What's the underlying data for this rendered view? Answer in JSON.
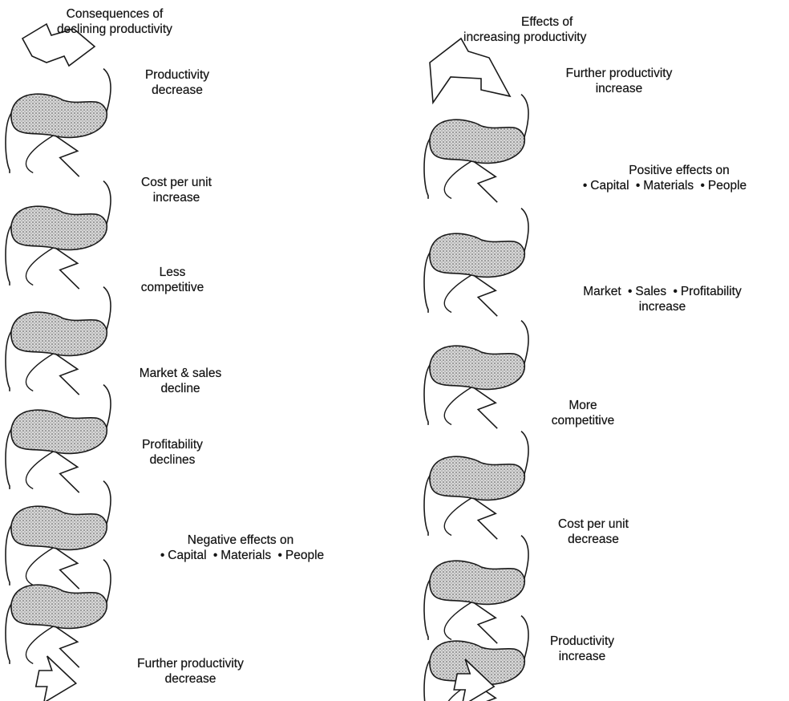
{
  "left": {
    "heading": [
      "Consequences of",
      "declining productivity"
    ],
    "steps": [
      {
        "lines": [
          "Productivity",
          "decrease"
        ]
      },
      {
        "lines": [
          "Cost per unit",
          "increase"
        ]
      },
      {
        "lines": [
          "Less",
          "competitive"
        ]
      },
      {
        "lines": [
          "Market & sales",
          "decline"
        ]
      },
      {
        "lines": [
          "Profitability",
          "declines"
        ]
      },
      {
        "lines": [
          "Negative effects on"
        ],
        "bullets": [
          "Capital",
          "Materials",
          "People"
        ]
      },
      {
        "lines": [
          "Further productivity",
          "decrease"
        ]
      }
    ]
  },
  "right": {
    "heading": [
      "Effects of",
      "increasing productivity"
    ],
    "steps": [
      {
        "lines": [
          "Further productivity",
          "increase"
        ]
      },
      {
        "lines": [
          "Positive effects on"
        ],
        "bullets": [
          "Capital",
          "Materials",
          "People"
        ]
      },
      {
        "lines_inline": [
          "Market",
          "Sales",
          "Profitability"
        ],
        "lines": [
          "increase"
        ]
      },
      {
        "lines": [
          "More",
          "competitive"
        ]
      },
      {
        "lines": [
          "Cost per unit",
          "decrease"
        ]
      },
      {
        "lines": [
          "Productivity",
          "increase"
        ]
      }
    ]
  },
  "bullet_glyph": "•"
}
